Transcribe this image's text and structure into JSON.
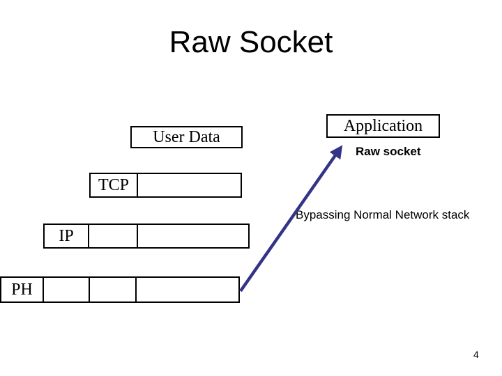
{
  "title": "Raw Socket",
  "page_number": "4",
  "diagram": {
    "user_data_box": {
      "label": "User Data"
    },
    "application_box": {
      "label": "Application"
    },
    "raw_socket_label": "Raw socket",
    "bypassing_label": "Bypassing Normal Network stack",
    "tcp_row": {
      "label": "TCP",
      "cell_count": 2
    },
    "ip_row": {
      "label": "IP",
      "cell_count": 3
    },
    "ph_row": {
      "label": "PH",
      "cell_count": 4
    },
    "arrow": {
      "direction": "up-right",
      "from": "ph-row-end",
      "to": "application-box"
    }
  },
  "colors": {
    "background": "#ffffff",
    "box_border": "#000000",
    "text": "#000000",
    "arrow": "#333388"
  }
}
